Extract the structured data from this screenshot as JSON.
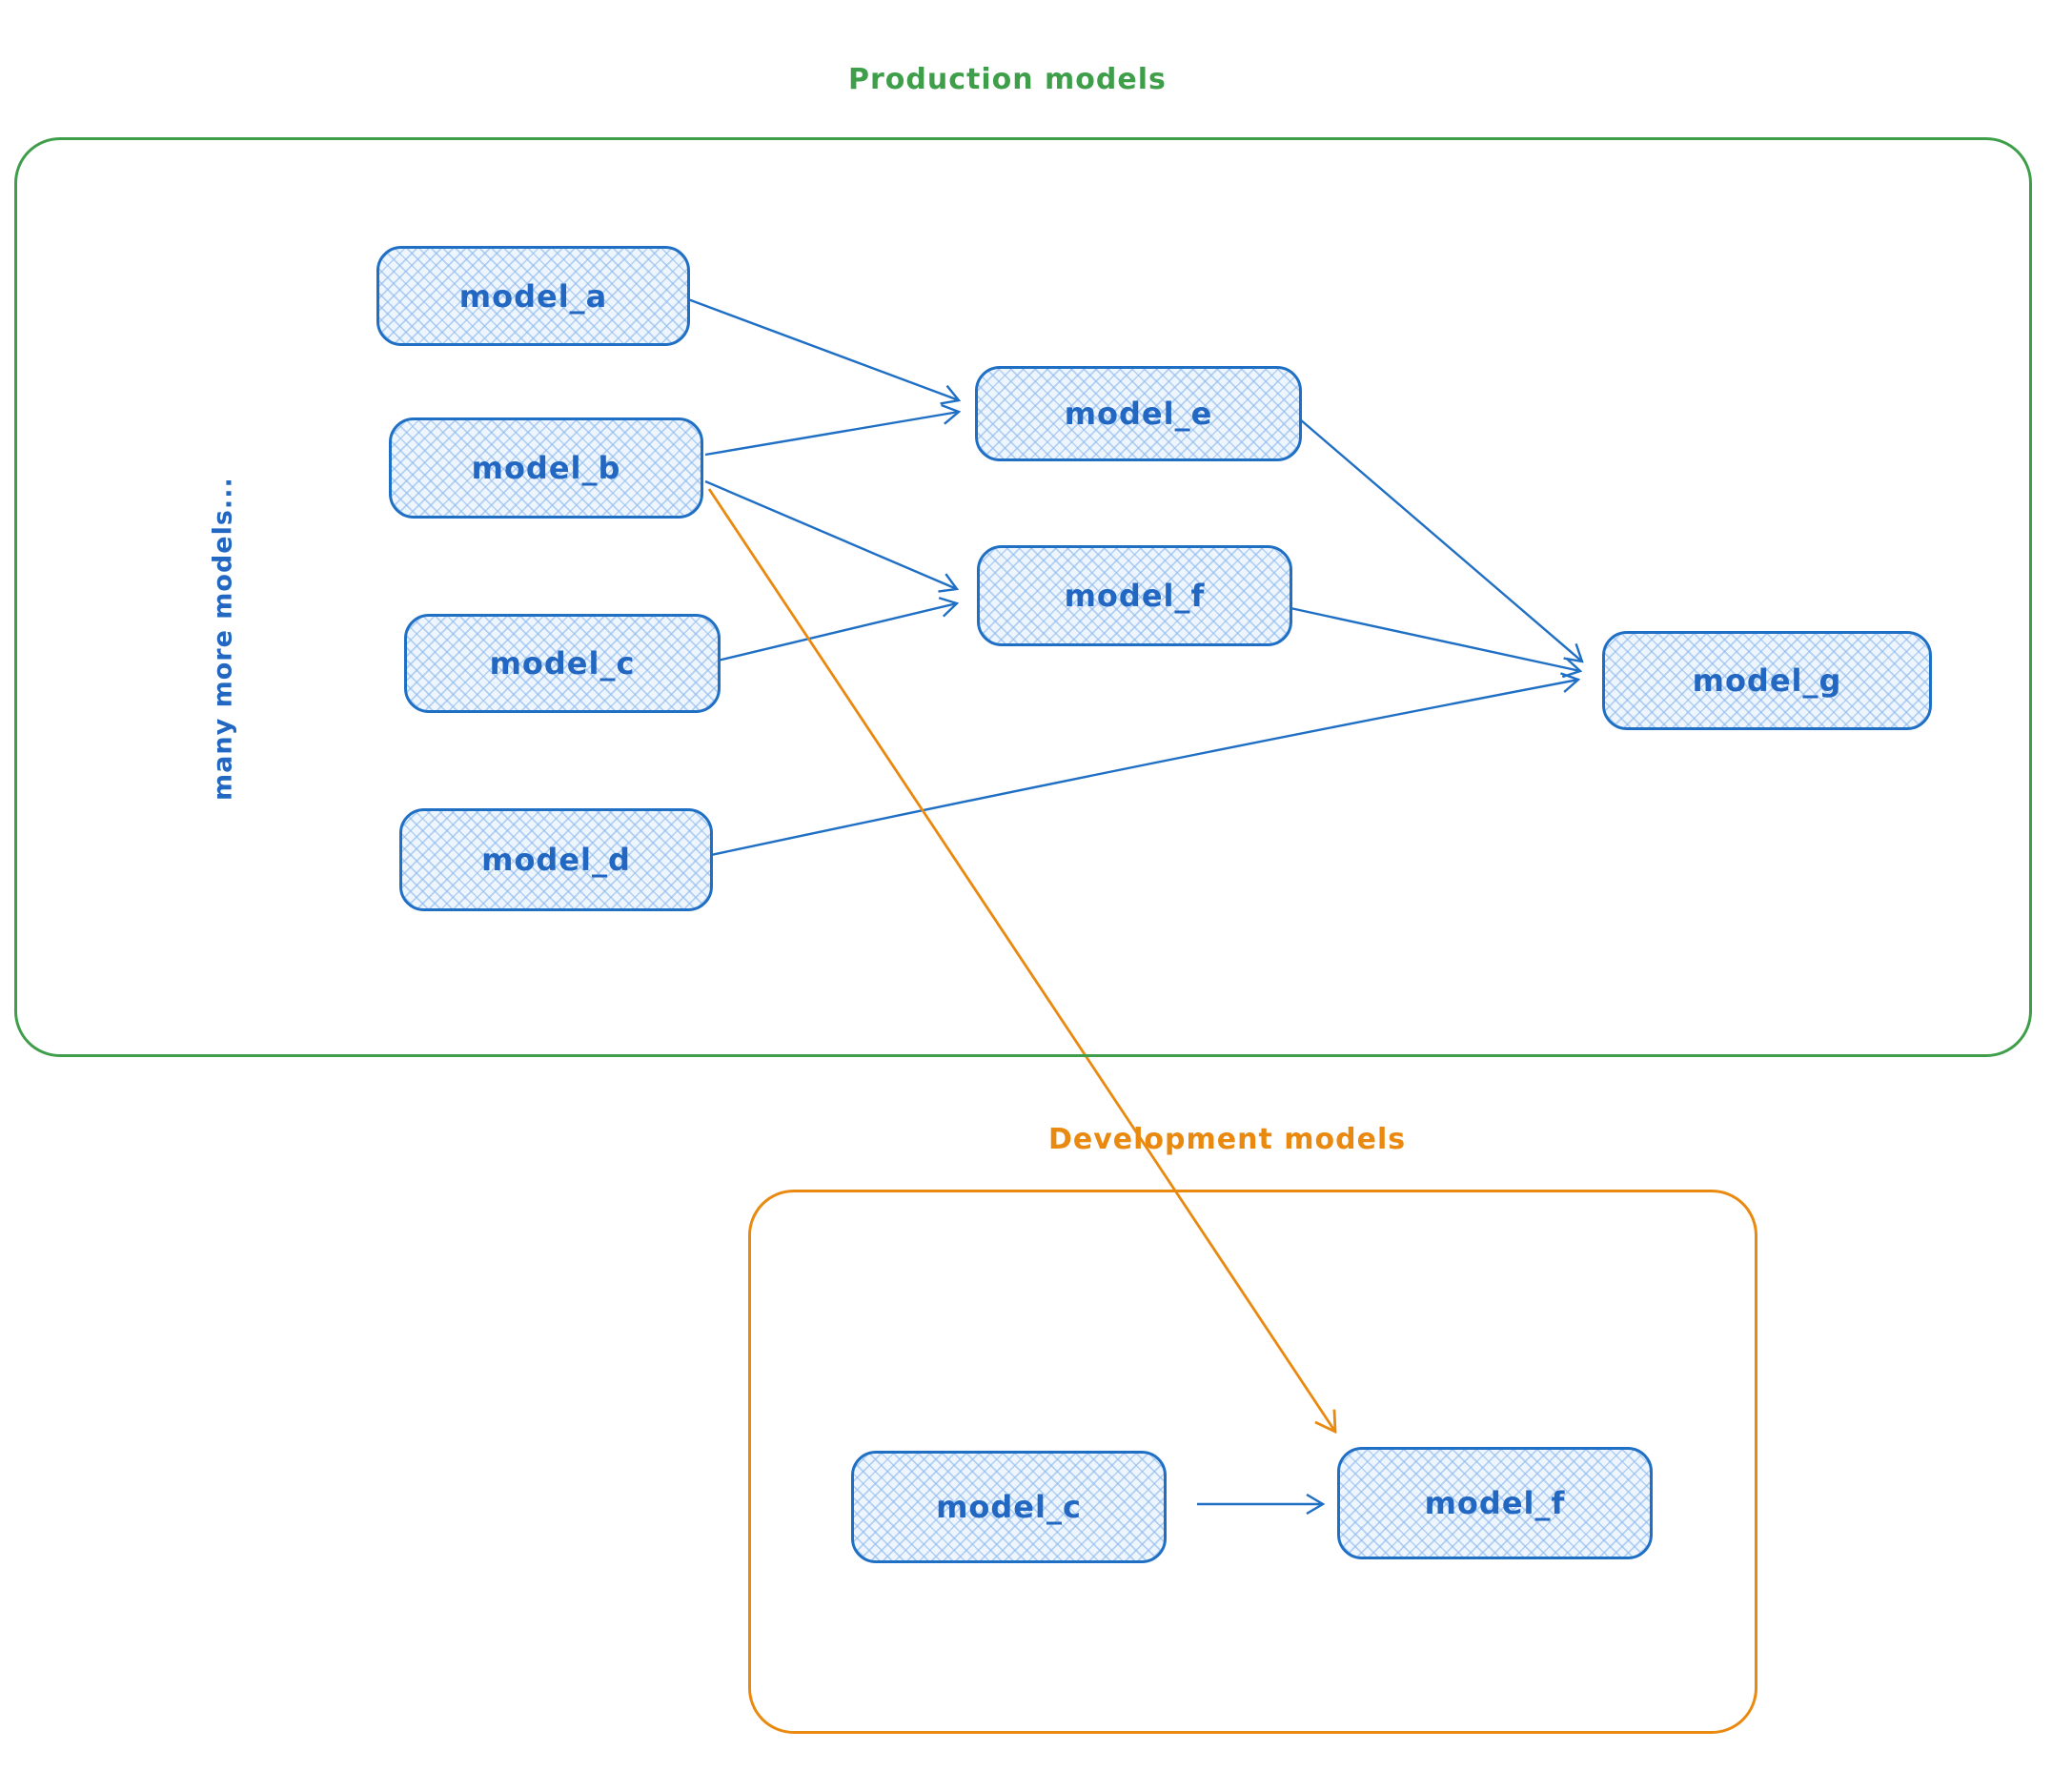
{
  "production": {
    "title": "Production models",
    "side_note": "many more models...",
    "nodes": [
      {
        "id": "model_a",
        "label": "model_a"
      },
      {
        "id": "model_b",
        "label": "model_b"
      },
      {
        "id": "model_c",
        "label": "model_c"
      },
      {
        "id": "model_d",
        "label": "model_d"
      },
      {
        "id": "model_e",
        "label": "model_e"
      },
      {
        "id": "model_f",
        "label": "model_f"
      },
      {
        "id": "model_g",
        "label": "model_g"
      }
    ]
  },
  "development": {
    "title": "Development models",
    "nodes": [
      {
        "id": "dev_model_c",
        "label": "model_c"
      },
      {
        "id": "dev_model_f",
        "label": "model_f"
      }
    ]
  },
  "edges": [
    {
      "from": "model_a",
      "to": "model_e",
      "color": "blue"
    },
    {
      "from": "model_b",
      "to": "model_e",
      "color": "blue"
    },
    {
      "from": "model_b",
      "to": "model_f",
      "color": "blue"
    },
    {
      "from": "model_c",
      "to": "model_f",
      "color": "blue"
    },
    {
      "from": "model_e",
      "to": "model_g",
      "color": "blue"
    },
    {
      "from": "model_f",
      "to": "model_g",
      "color": "blue"
    },
    {
      "from": "model_d",
      "to": "model_g",
      "color": "blue"
    },
    {
      "from": "model_b",
      "to": "dev_model_f",
      "color": "orange"
    },
    {
      "from": "dev_model_c",
      "to": "dev_model_f",
      "color": "blue"
    }
  ],
  "colors": {
    "blue_stroke": "#1f6fc5",
    "blue_text": "#2268c2",
    "blue_fill_base": "#eef5fd",
    "blue_hatch": "#90bcee",
    "green": "#3f9e4a",
    "orange": "#e9890f",
    "background": "#ffffff"
  }
}
